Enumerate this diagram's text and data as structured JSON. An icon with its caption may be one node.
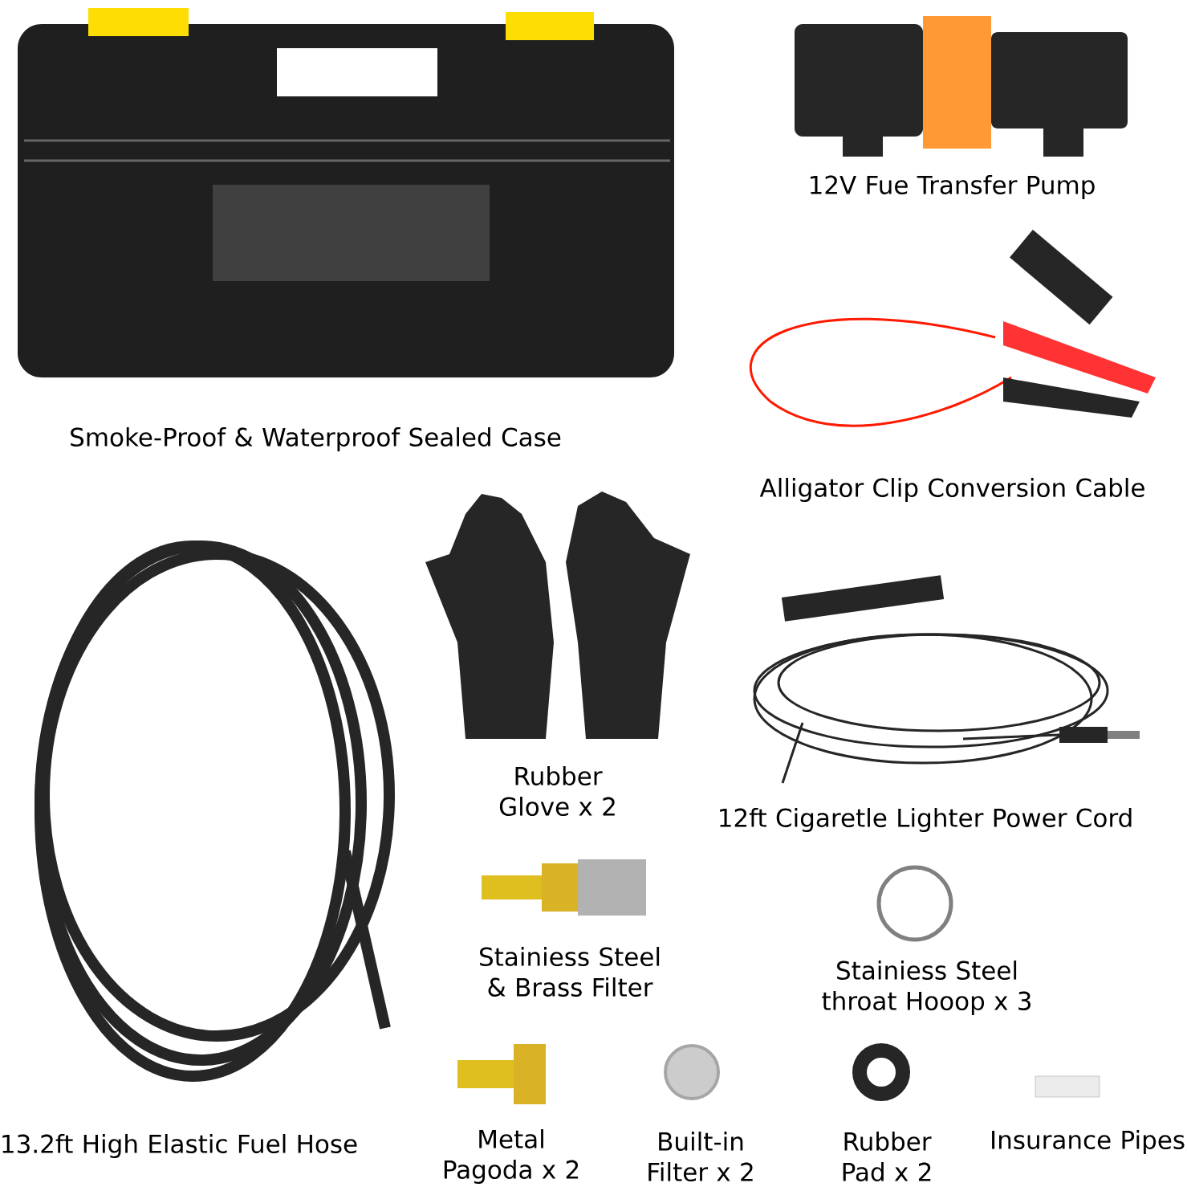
{
  "diagram": {
    "labels": [
      "12V Fue Transfer Pump",
      "Smoke-Proof & Waterproof Sealed Case",
      "Alligator Clip Conversion Cable",
      "Rubber Glove x 2",
      "12ft Cigaretle Lighter Power Cord",
      "Stainiess Steel & Brass Filter",
      "Stainiess Steel throat Hooop x 3",
      "13.2ft High Elastic Fuel Hose",
      "Metal Pagoda x 2",
      "Built-in Filter x 2",
      "Rubber Pad x 2",
      "Insurance Pipes"
    ]
  }
}
